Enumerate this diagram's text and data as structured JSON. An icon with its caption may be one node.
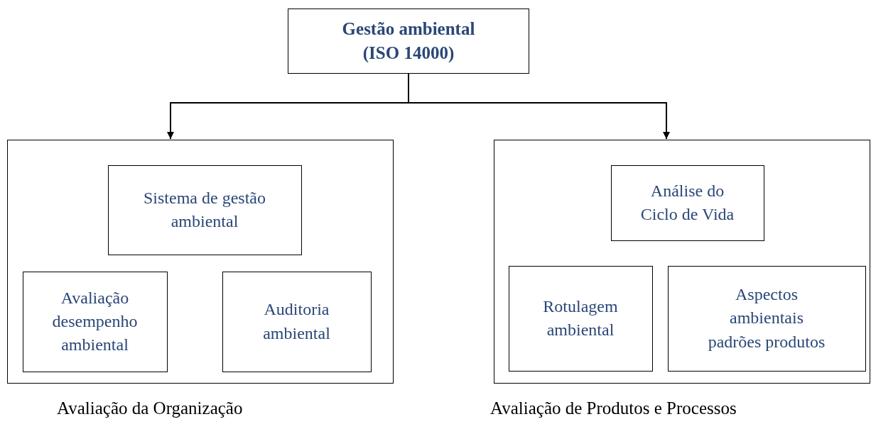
{
  "diagram": {
    "nodes": [
      {
        "text": [
          "Gestão ambiental (ISO 14000)"
        ]
      },
      {
        "text": [],
        "shape": "box",
        "beside": [
          "Avaliação da Organização"
        ]
      },
      {
        "text": [
          "Sistema de gestão ambiental"
        ],
        "in": 1
      },
      {
        "text": [
          "Avaliação desempenho ambiental"
        ],
        "in": 1
      },
      {
        "text": [
          "Auditoria ambiental"
        ],
        "in": 1
      },
      {
        "text": [],
        "shape": "box",
        "beside": [
          "Avaliação de Produtos e Processos"
        ]
      },
      {
        "text": [
          "Análise do Ciclo de Vida"
        ],
        "in": 5
      },
      {
        "text": [
          "Rotulagem ambiental"
        ],
        "in": 5
      },
      {
        "text": [
          "Aspectos ambientais padrões produtos"
        ],
        "in": 5
      }
    ],
    "edges": [
      {
        "from": 0,
        "to": 1,
        "arrow": "to"
      },
      {
        "from": 0,
        "to": 5,
        "arrow": "to"
      }
    ]
  }
}
